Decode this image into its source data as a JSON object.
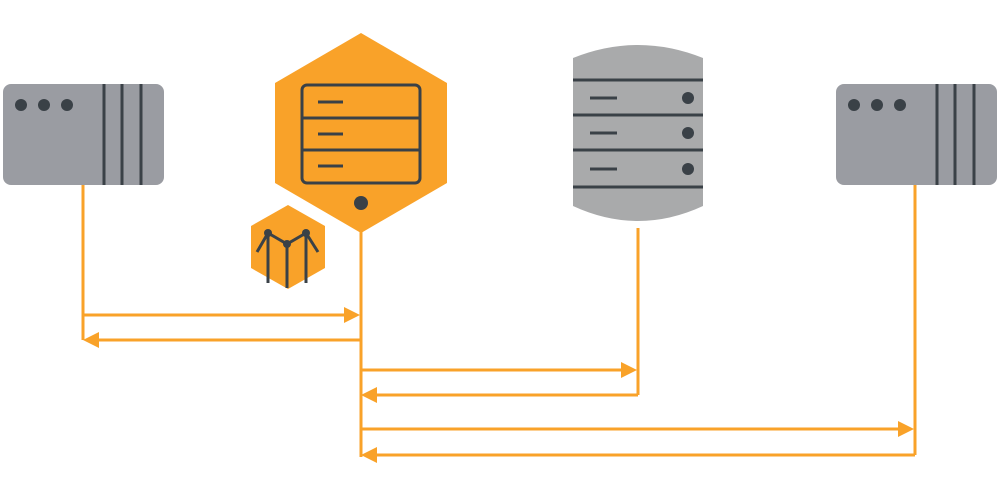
{
  "colors": {
    "accent": "#F9A229",
    "dark": "#3A4147",
    "client_gray": "#9A9CA2",
    "database_gray": "#A9AAAB",
    "background": "#FFFFFF"
  },
  "nodes": [
    {
      "id": "client-left",
      "icon": "client-window-icon"
    },
    {
      "id": "server-hex",
      "icon": "server-rack-hex-icon"
    },
    {
      "id": "monitor-hex",
      "icon": "monitoring-chart-hex-icon"
    },
    {
      "id": "database",
      "icon": "database-cylinder-icon"
    },
    {
      "id": "client-right",
      "icon": "client-window-icon"
    }
  ],
  "arrows": [
    {
      "from": "client-left",
      "to": "server-hex"
    },
    {
      "from": "server-hex",
      "to": "client-left"
    },
    {
      "from": "server-hex",
      "to": "database"
    },
    {
      "from": "database",
      "to": "server-hex"
    },
    {
      "from": "server-hex",
      "to": "client-right"
    },
    {
      "from": "client-right",
      "to": "server-hex"
    }
  ]
}
